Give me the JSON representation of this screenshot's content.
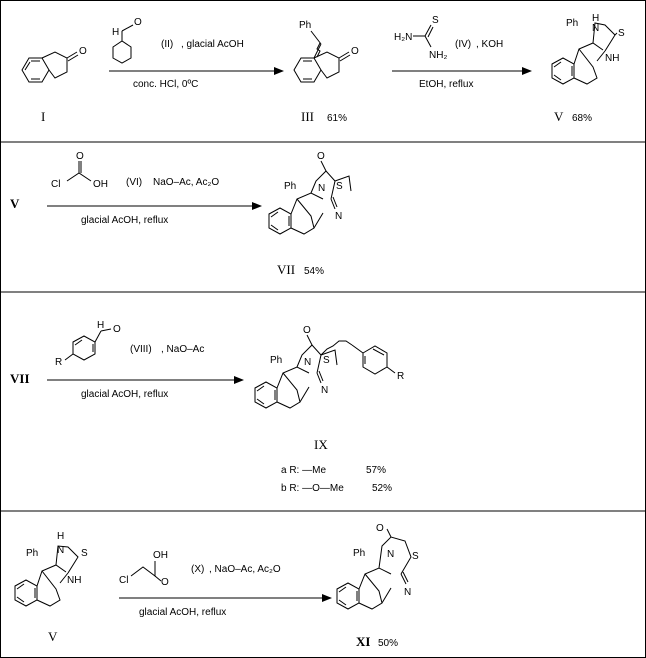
{
  "reaction1": {
    "start": "I",
    "reagent_label": "(II)",
    "reagent_cond": ", glacial AcOH",
    "below": "conc. HCl, 0ºC",
    "product": "III",
    "yield": "61%",
    "atom_ph": "Ph",
    "atom_o": "O",
    "atom_h": "H"
  },
  "reaction2": {
    "reagent_label": "(IV)",
    "reagent_cond": ", KOH",
    "below": "EtOH,    reflux",
    "product": "V",
    "yield": "68%",
    "atom_h2n": "H₂N",
    "atom_s": "S",
    "atom_nh2": "NH₂",
    "atom_ph": "Ph",
    "atom_nh_top": "H",
    "atom_n": "N",
    "atom_nh": "NH"
  },
  "reaction3": {
    "start": "V",
    "reagent_label": "(VI)",
    "reagent_cond": "NaO–Ac, Ac₂O",
    "below": "glacial AcOH,    reflux",
    "product": "VII",
    "yield": "54%",
    "atom_cl": "Cl",
    "atom_oh": "OH",
    "atom_o": "O",
    "atom_ph": "Ph",
    "atom_n": "N",
    "atom_s": "S"
  },
  "reaction4": {
    "start": "VII",
    "reagent_label": "(VIII)",
    "reagent_cond": ", NaO–Ac",
    "below": "glacial AcOH,    reflux",
    "product": "IX",
    "atom_r": "R",
    "atom_h": "H",
    "atom_o": "O",
    "atom_ph": "Ph",
    "atom_n": "N",
    "atom_s": "S",
    "variants": [
      {
        "label": "a  R: —Me",
        "yield": "57%"
      },
      {
        "label": "b  R: —O—Me",
        "yield": "52%"
      }
    ]
  },
  "reaction5": {
    "start": "V",
    "reagent_label": "(X)",
    "reagent_cond": ", NaO–Ac, Ac₂O",
    "below": "glacial AcOH,    reflux",
    "product": "XI",
    "yield": "50%",
    "atom_ph": "Ph",
    "atom_h": "H",
    "atom_n": "N",
    "atom_s": "S",
    "atom_nh": "NH",
    "atom_cl": "Cl",
    "atom_oh": "OH",
    "atom_o": "O"
  }
}
